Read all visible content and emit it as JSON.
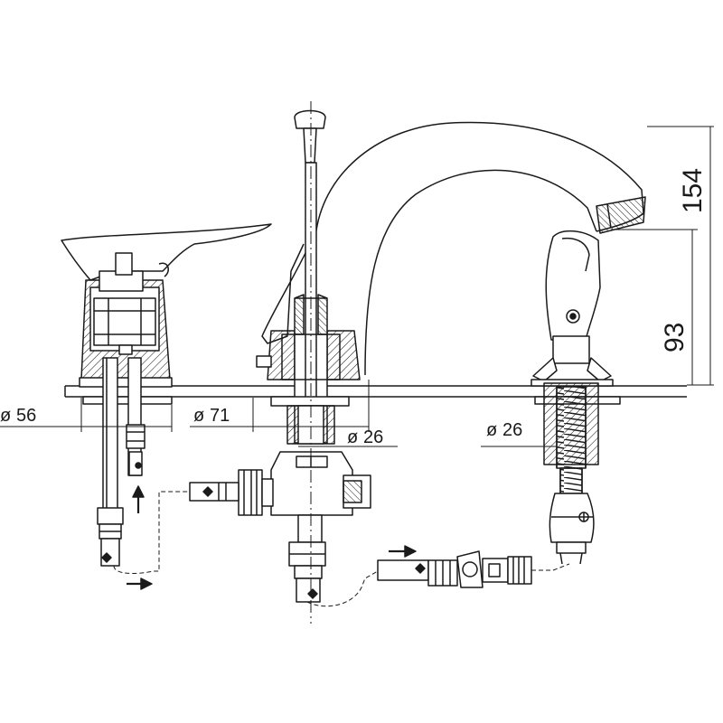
{
  "dimensions": {
    "d56": "56",
    "d71": "71",
    "d26_center": "26",
    "d26_right": "26",
    "h154": "154",
    "h93": "93"
  },
  "symbols": {
    "diameter": "ø"
  },
  "colors": {
    "line": "#1a1a1a",
    "hatch": "#1a1a1a",
    "fill": "#ffffff",
    "shade": "#9a9a9a"
  }
}
